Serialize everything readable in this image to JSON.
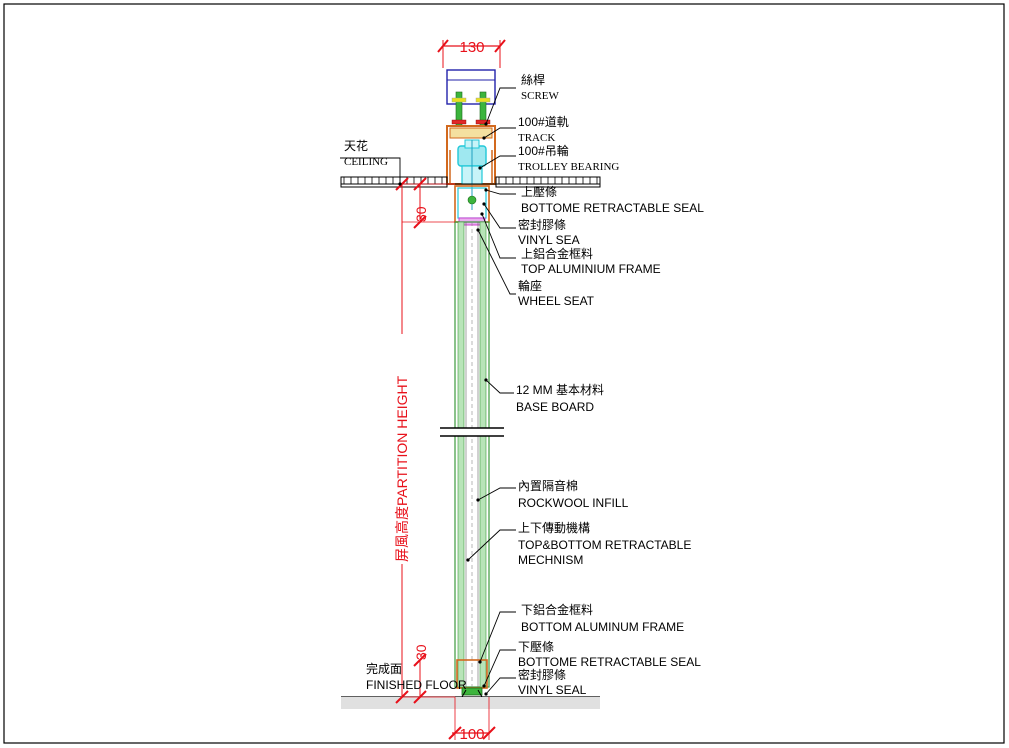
{
  "drawing": {
    "dimensions": {
      "top_width": "130",
      "bottom_width": "100",
      "top_gap": "30",
      "bottom_gap": "30",
      "partition_height": "屏風高度PARTITION HEIGHT"
    },
    "labels": {
      "screw_cn": "絲桿",
      "screw_en": "SCREW",
      "track_cn": "100#道軌",
      "track_en": "TRACK",
      "trolley_cn": "100#吊輪",
      "trolley_en": "TROLLEY BEARING",
      "ceiling_cn": "天花",
      "ceiling_en": "CEILING",
      "top_seal_cn": "上壓條",
      "top_seal_en": "BOTTOME RETRACTABLE SEAL",
      "vinyl_top_cn": "密封膠條",
      "vinyl_top_en": "VINYL SEA",
      "top_frame_cn": "上鋁合金框料",
      "top_frame_en": "TOP ALUMINIUM FRAME",
      "wheel_seat_cn": "輪座",
      "wheel_seat_en": "WHEEL SEAT",
      "base_board_cn": "12 MM 基本材料",
      "base_board_en": "BASE BOARD",
      "rockwool_cn": "內置隔音棉",
      "rockwool_en": "ROCKWOOL INFILL",
      "mech_cn": "上下傳動機構",
      "mech_en1": "TOP&BOTTOM RETRACTABLE",
      "mech_en2": "MECHNISM",
      "bottom_frame_cn": "下鋁合金框料",
      "bottom_frame_en": "BOTTOM ALUMINUM FRAME",
      "bottom_seal_cn": "下壓條",
      "bottom_seal_en": "BOTTOME RETRACTABLE SEAL",
      "vinyl_bottom_cn": "密封膠條",
      "vinyl_bottom_en": "VINYL SEAL",
      "floor_cn": "完成面",
      "floor_en": "FINISHED FLOOR"
    },
    "colors": {
      "dimension": "#e8101a",
      "panel_green": "#3c9a3c",
      "frame_orange": "#d2691e",
      "track_cyan": "#20c8d8",
      "screw_blue": "#2222aa",
      "seal_magenta": "#d040d0"
    }
  }
}
